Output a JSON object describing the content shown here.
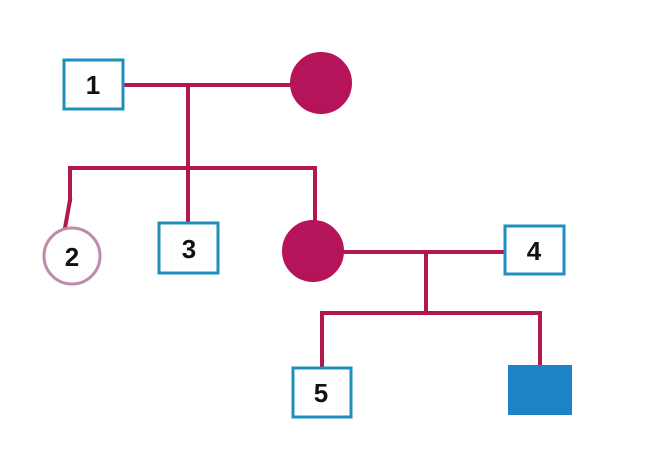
{
  "pedigree": {
    "individuals": [
      {
        "id": "1",
        "label": "1",
        "sex": "male",
        "affected": false
      },
      {
        "id": "g1-mother",
        "label": "",
        "sex": "female",
        "affected": true
      },
      {
        "id": "2",
        "label": "2",
        "sex": "female",
        "affected": false
      },
      {
        "id": "3",
        "label": "3",
        "sex": "male",
        "affected": false
      },
      {
        "id": "g2-daughter",
        "label": "",
        "sex": "female",
        "affected": true
      },
      {
        "id": "4",
        "label": "4",
        "sex": "male",
        "affected": false
      },
      {
        "id": "5",
        "label": "5",
        "sex": "male",
        "affected": false
      },
      {
        "id": "g3-son",
        "label": "",
        "sex": "male",
        "affected": true
      }
    ],
    "colors": {
      "line": "#b2174f",
      "affected_female": "#b5135a",
      "affected_male": "#1e83c4",
      "unaffected_male_border": "#1f8fbd",
      "unaffected_female_border": "#c08aa8"
    }
  }
}
